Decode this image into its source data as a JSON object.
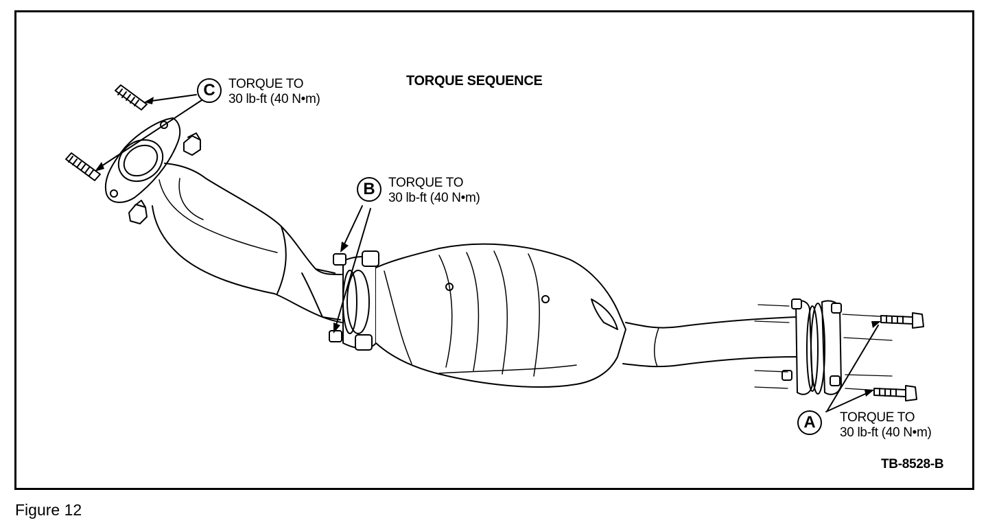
{
  "figure": {
    "title": "TORQUE SEQUENCE",
    "code": "TB-8528-B",
    "caption": "Figure 12"
  },
  "callouts": [
    {
      "id": "A",
      "line1": "TORQUE TO",
      "line2": "30 lb-ft (40 N•m)"
    },
    {
      "id": "B",
      "line1": "TORQUE TO",
      "line2": "30 lb-ft (40 N•m)"
    },
    {
      "id": "C",
      "line1": "TORQUE TO",
      "line2": "30 lb-ft (40 N•m)"
    }
  ]
}
